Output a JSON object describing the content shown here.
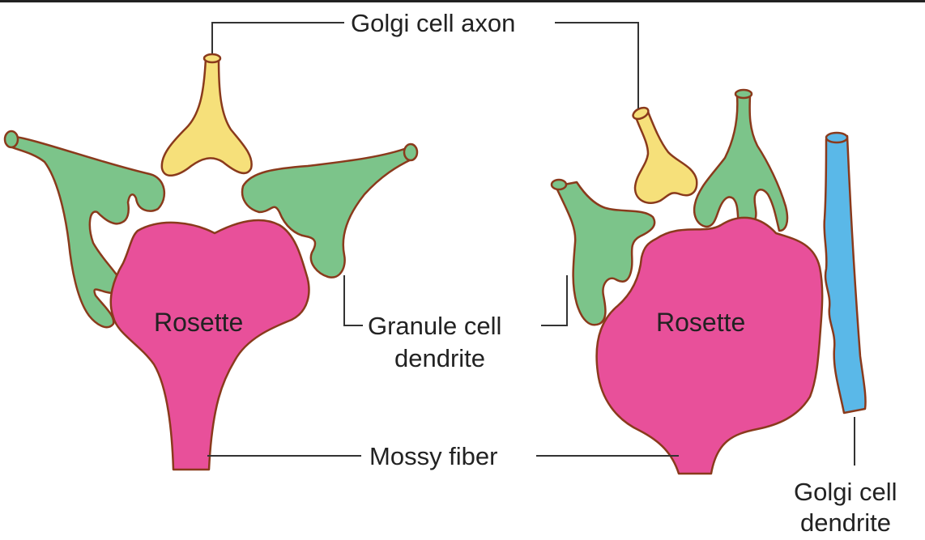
{
  "labels": {
    "golgi_axon": "Golgi cell axon",
    "granule_line1": "Granule cell",
    "granule_line2": "dendrite",
    "mossy_fiber": "Mossy fiber",
    "rosette_left": "Rosette",
    "rosette_right": "Rosette",
    "golgi_dendrite_line1": "Golgi cell",
    "golgi_dendrite_line2": "dendrite"
  },
  "colors": {
    "rosette": "#e8509a",
    "granule_dendrite": "#7cc48a",
    "golgi_axon": "#f6e07a",
    "golgi_dendrite": "#5ab8e8",
    "outline": "#8a3a1c",
    "leader_line": "#333333"
  }
}
